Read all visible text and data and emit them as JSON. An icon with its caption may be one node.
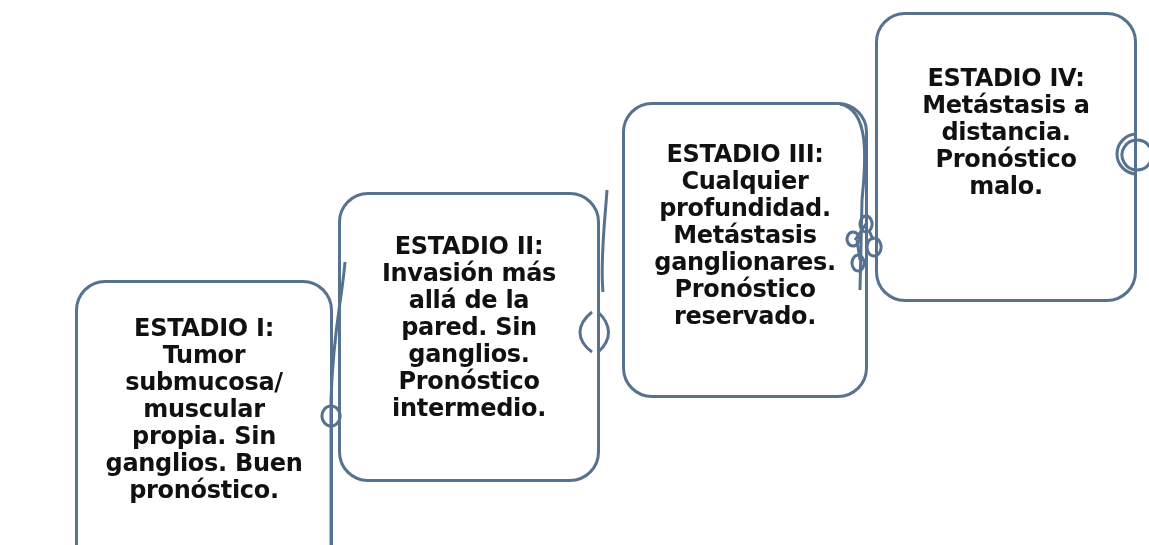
{
  "diagram": {
    "nodes": [
      {
        "text": [
          "ESTADIO I:",
          "Tumor submucosa/ muscular propia. Sin ganglios. Buen pronóstico."
        ]
      },
      {
        "text": [
          "ESTADIO II:",
          "Invasión más allá de la pared. Sin ganglios. Pronóstico intermedio."
        ]
      },
      {
        "text": [
          "ESTADIO III:",
          "Cualquier profundidad. Metástasis ganglionares. Pronóstico reservado."
        ]
      },
      {
        "text": [
          "ESTADIO IV:",
          "Metástasis a distancia. Pronóstico malo."
        ]
      }
    ]
  }
}
